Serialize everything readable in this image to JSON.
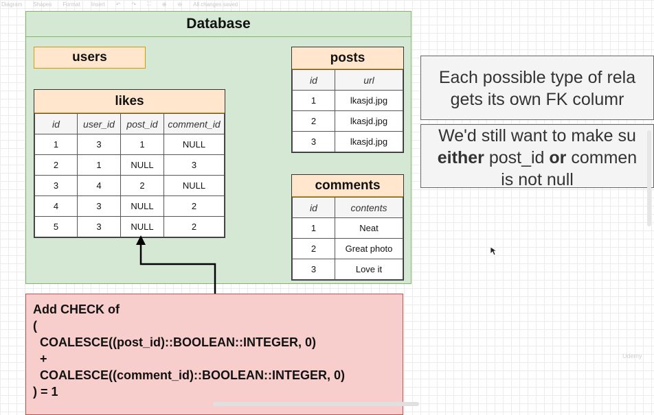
{
  "toolbar": {
    "items": [
      "Diagram",
      "Shapes",
      "Format",
      "Insert",
      "All changes saved"
    ]
  },
  "database": {
    "title": "Database"
  },
  "users": {
    "title": "users"
  },
  "likes": {
    "title": "likes",
    "columns": [
      "id",
      "user_id",
      "post_id",
      "comment_id"
    ],
    "rows": [
      [
        "1",
        "3",
        "1",
        "NULL"
      ],
      [
        "2",
        "1",
        "NULL",
        "3"
      ],
      [
        "3",
        "4",
        "2",
        "NULL"
      ],
      [
        "4",
        "3",
        "NULL",
        "2"
      ],
      [
        "5",
        "3",
        "NULL",
        "2"
      ]
    ]
  },
  "posts": {
    "title": "posts",
    "columns": [
      "id",
      "url"
    ],
    "rows": [
      [
        "1",
        "lkasjd.jpg"
      ],
      [
        "2",
        "lkasjd.jpg"
      ],
      [
        "3",
        "lkasjd.jpg"
      ]
    ]
  },
  "comments": {
    "title": "comments",
    "columns": [
      "id",
      "contents"
    ],
    "rows": [
      [
        "1",
        "Neat"
      ],
      [
        "2",
        "Great photo"
      ],
      [
        "3",
        "Love it"
      ]
    ]
  },
  "note1": {
    "line1": "Each possible type of rela",
    "line2": "gets its own FK columr"
  },
  "note2": {
    "line1": "We'd still want to make su",
    "bold1": "either",
    "mid1": " post_id ",
    "bold2": "or",
    "mid2": " commen",
    "line3": "is not null"
  },
  "check": {
    "lines": [
      "Add CHECK of",
      "(",
      "  COALESCE((post_id)::BOOLEAN::INTEGER, 0)",
      "  +",
      "  COALESCE((comment_id)::BOOLEAN::INTEGER, 0)",
      ") = 1"
    ]
  },
  "watermark": "Udemy",
  "colors": {
    "container_fill": "#d5e8d4",
    "container_stroke": "#82b366",
    "table_header_fill": "#ffe6cc",
    "check_fill": "#f8cecc",
    "arrow": "#000000"
  }
}
